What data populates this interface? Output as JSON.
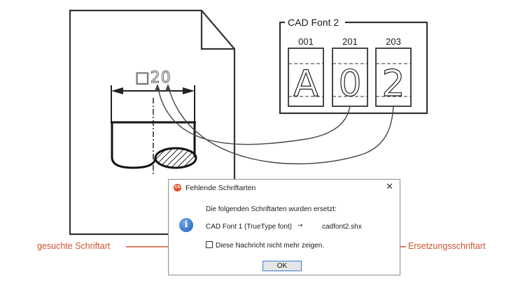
{
  "diagram": {
    "dimension_value": "□20",
    "font_panel": {
      "title": "CAD Font 2",
      "glyph_codes": [
        "001",
        "201",
        "203"
      ],
      "glyphs": [
        "A",
        "0",
        "2"
      ]
    }
  },
  "dialog": {
    "title": "Fehlende Schriftarten",
    "app_icon": "CA",
    "close_glyph": "✕",
    "message": "Die folgenden Schriftarten wurden ersetzt:",
    "missing_font": "CAD Font 1 (TrueType font)",
    "arrow": "→",
    "replacement_font": "cadfont2.shx",
    "checkbox_label": "Diese Nachricht nicht mehr zeigen.",
    "ok_label": "OK"
  },
  "callouts": {
    "left": "gesuchte Schriftart",
    "right": "Ersetzungsschriftart"
  },
  "colors": {
    "accent": "#d2532e",
    "info_blue": "#1e5fbf"
  }
}
